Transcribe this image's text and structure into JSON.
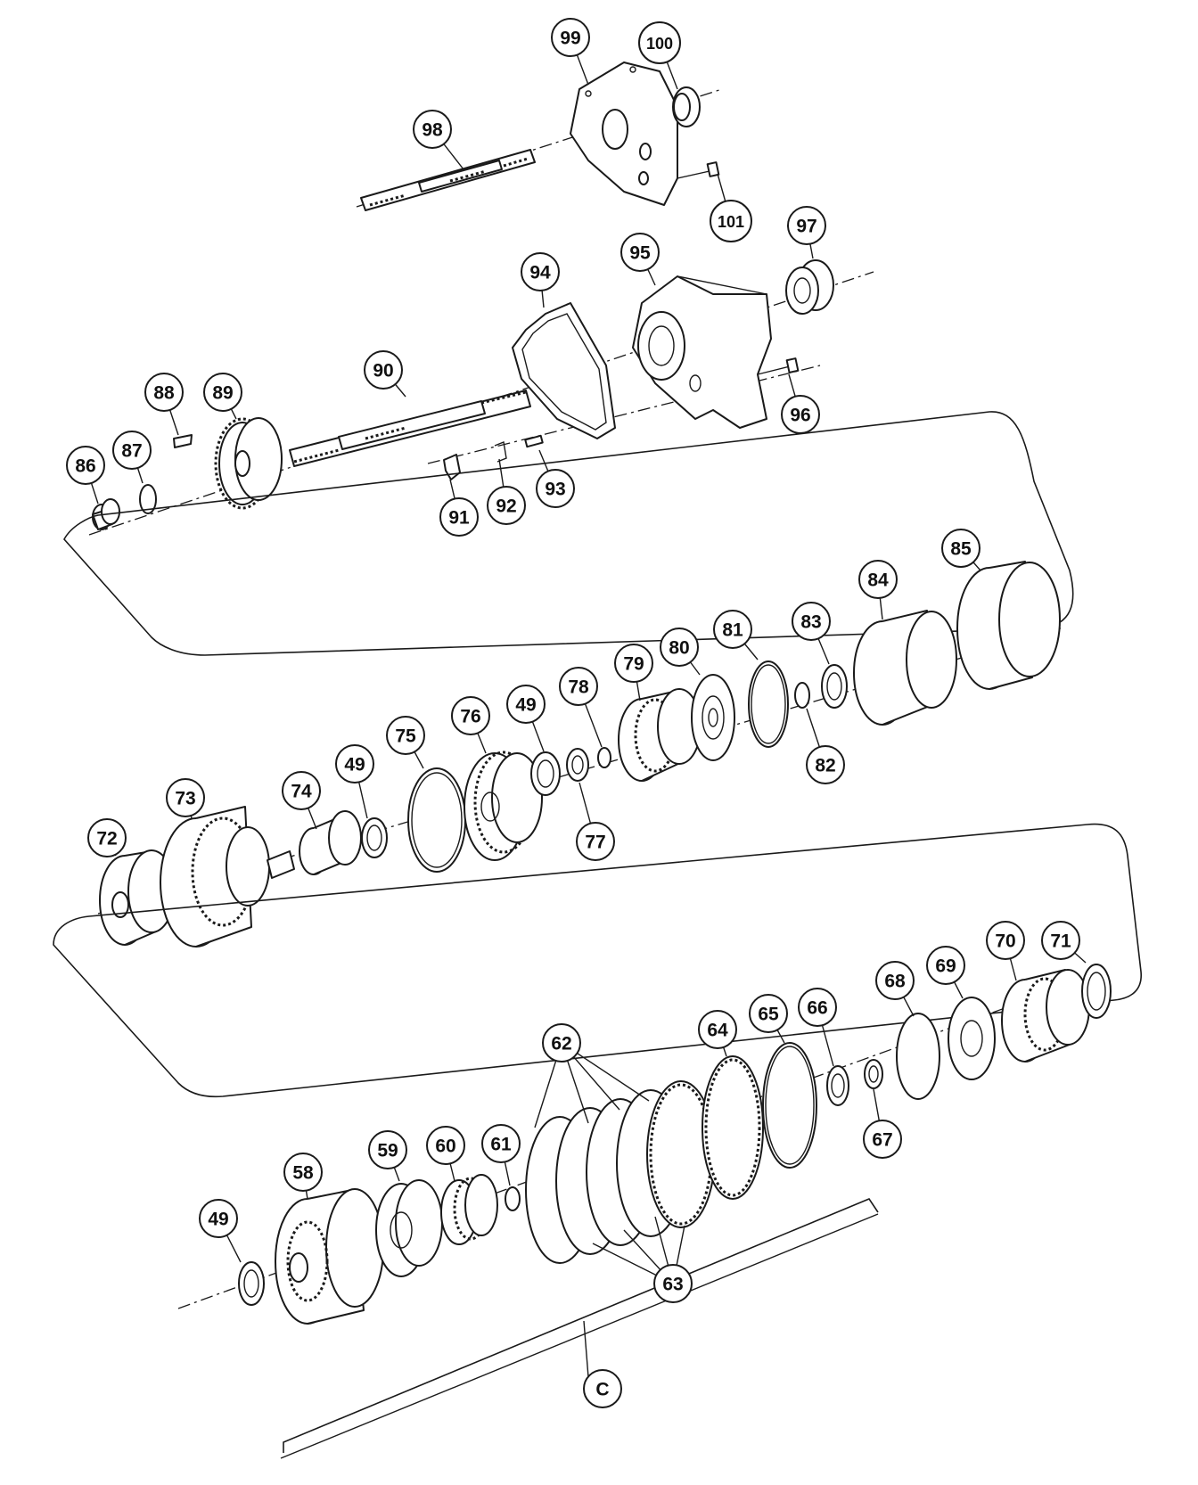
{
  "diagram": {
    "callouts": [
      {
        "id": "c99",
        "label": "99"
      },
      {
        "id": "c100",
        "label": "100"
      },
      {
        "id": "c98",
        "label": "98"
      },
      {
        "id": "c101",
        "label": "101"
      },
      {
        "id": "c97",
        "label": "97"
      },
      {
        "id": "c95",
        "label": "95"
      },
      {
        "id": "c94",
        "label": "94"
      },
      {
        "id": "c90",
        "label": "90"
      },
      {
        "id": "c88",
        "label": "88"
      },
      {
        "id": "c89",
        "label": "89"
      },
      {
        "id": "c87",
        "label": "87"
      },
      {
        "id": "c86",
        "label": "86"
      },
      {
        "id": "c96",
        "label": "96"
      },
      {
        "id": "c93",
        "label": "93"
      },
      {
        "id": "c92",
        "label": "92"
      },
      {
        "id": "c91",
        "label": "91"
      },
      {
        "id": "c85",
        "label": "85"
      },
      {
        "id": "c84",
        "label": "84"
      },
      {
        "id": "c83",
        "label": "83"
      },
      {
        "id": "c81",
        "label": "81"
      },
      {
        "id": "c80",
        "label": "80"
      },
      {
        "id": "c79",
        "label": "79"
      },
      {
        "id": "c78",
        "label": "78"
      },
      {
        "id": "c49a",
        "label": "49"
      },
      {
        "id": "c76",
        "label": "76"
      },
      {
        "id": "c75",
        "label": "75"
      },
      {
        "id": "c49b",
        "label": "49"
      },
      {
        "id": "c74",
        "label": "74"
      },
      {
        "id": "c73",
        "label": "73"
      },
      {
        "id": "c72",
        "label": "72"
      },
      {
        "id": "c82",
        "label": "82"
      },
      {
        "id": "c77",
        "label": "77"
      },
      {
        "id": "c71",
        "label": "71"
      },
      {
        "id": "c70",
        "label": "70"
      },
      {
        "id": "c69",
        "label": "69"
      },
      {
        "id": "c68",
        "label": "68"
      },
      {
        "id": "c66",
        "label": "66"
      },
      {
        "id": "c65",
        "label": "65"
      },
      {
        "id": "c64",
        "label": "64"
      },
      {
        "id": "c62",
        "label": "62"
      },
      {
        "id": "c67",
        "label": "67"
      },
      {
        "id": "c61",
        "label": "61"
      },
      {
        "id": "c60",
        "label": "60"
      },
      {
        "id": "c59",
        "label": "59"
      },
      {
        "id": "c58",
        "label": "58"
      },
      {
        "id": "c49c",
        "label": "49"
      },
      {
        "id": "c63",
        "label": "63"
      },
      {
        "id": "cC",
        "label": "C"
      }
    ]
  }
}
